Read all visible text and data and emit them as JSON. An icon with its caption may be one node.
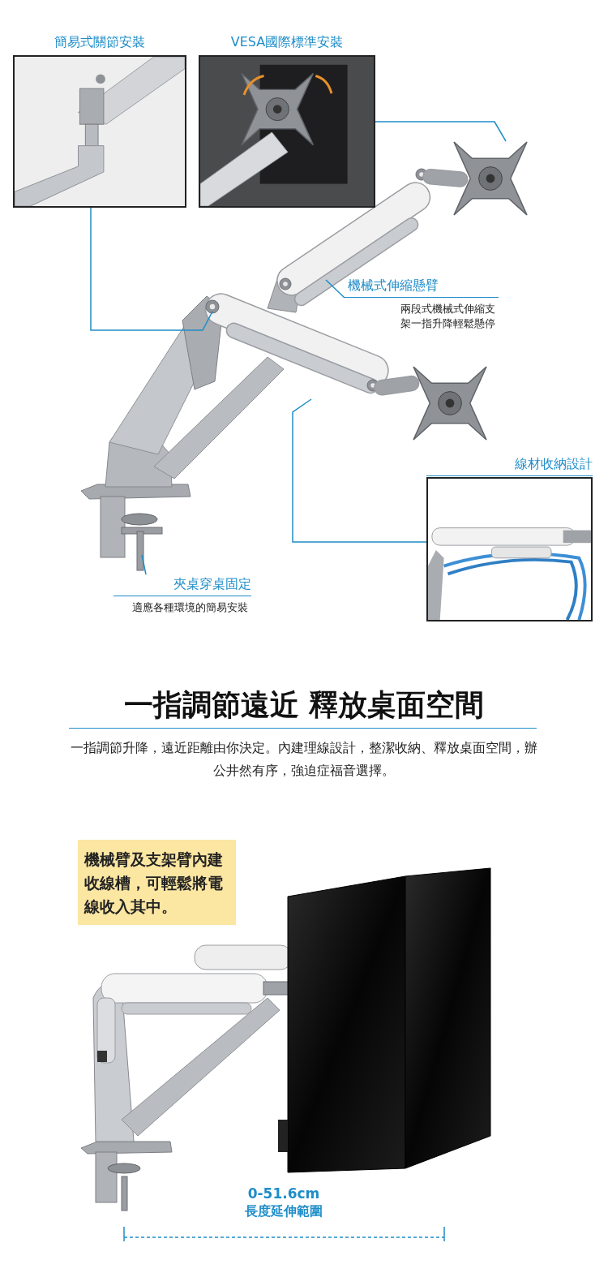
{
  "diagram": {
    "title": "一指調節遠近 釋放桌面空間",
    "nodes": [
      {
        "text": [
          "簡易式關節安裝"
        ]
      },
      {
        "text": [
          "VESA國際標準安裝"
        ]
      },
      {
        "text": [
          "機械式伸縮懸臂",
          "兩段式機械式伸縮支架一指升降輕鬆懸停"
        ]
      },
      {
        "text": [
          "線材收納設計"
        ]
      },
      {
        "text": [
          "夾桌穿桌固定",
          "適應各種環境的簡易安裝"
        ]
      },
      {
        "text": [
          "機械臂及支架臂內建收線槽，可輕鬆將電線收入其中。"
        ]
      }
    ],
    "edges": [
      {
        "from": 0,
        "to": null,
        "arrow": "none"
      },
      {
        "from": 1,
        "to": null,
        "arrow": "none"
      },
      {
        "from": 2,
        "to": null,
        "arrow": "none"
      },
      {
        "from": 3,
        "to": null,
        "arrow": "none"
      },
      {
        "from": 4,
        "to": null,
        "arrow": "none"
      }
    ],
    "labels": [
      "一指調節升降，遠近距離由你決定。內建理線設計，整潔收納、釋放桌面空間，辦公井然有序，強迫症福音選擇。",
      "0-51.6cm",
      "長度延伸範圍"
    ]
  }
}
